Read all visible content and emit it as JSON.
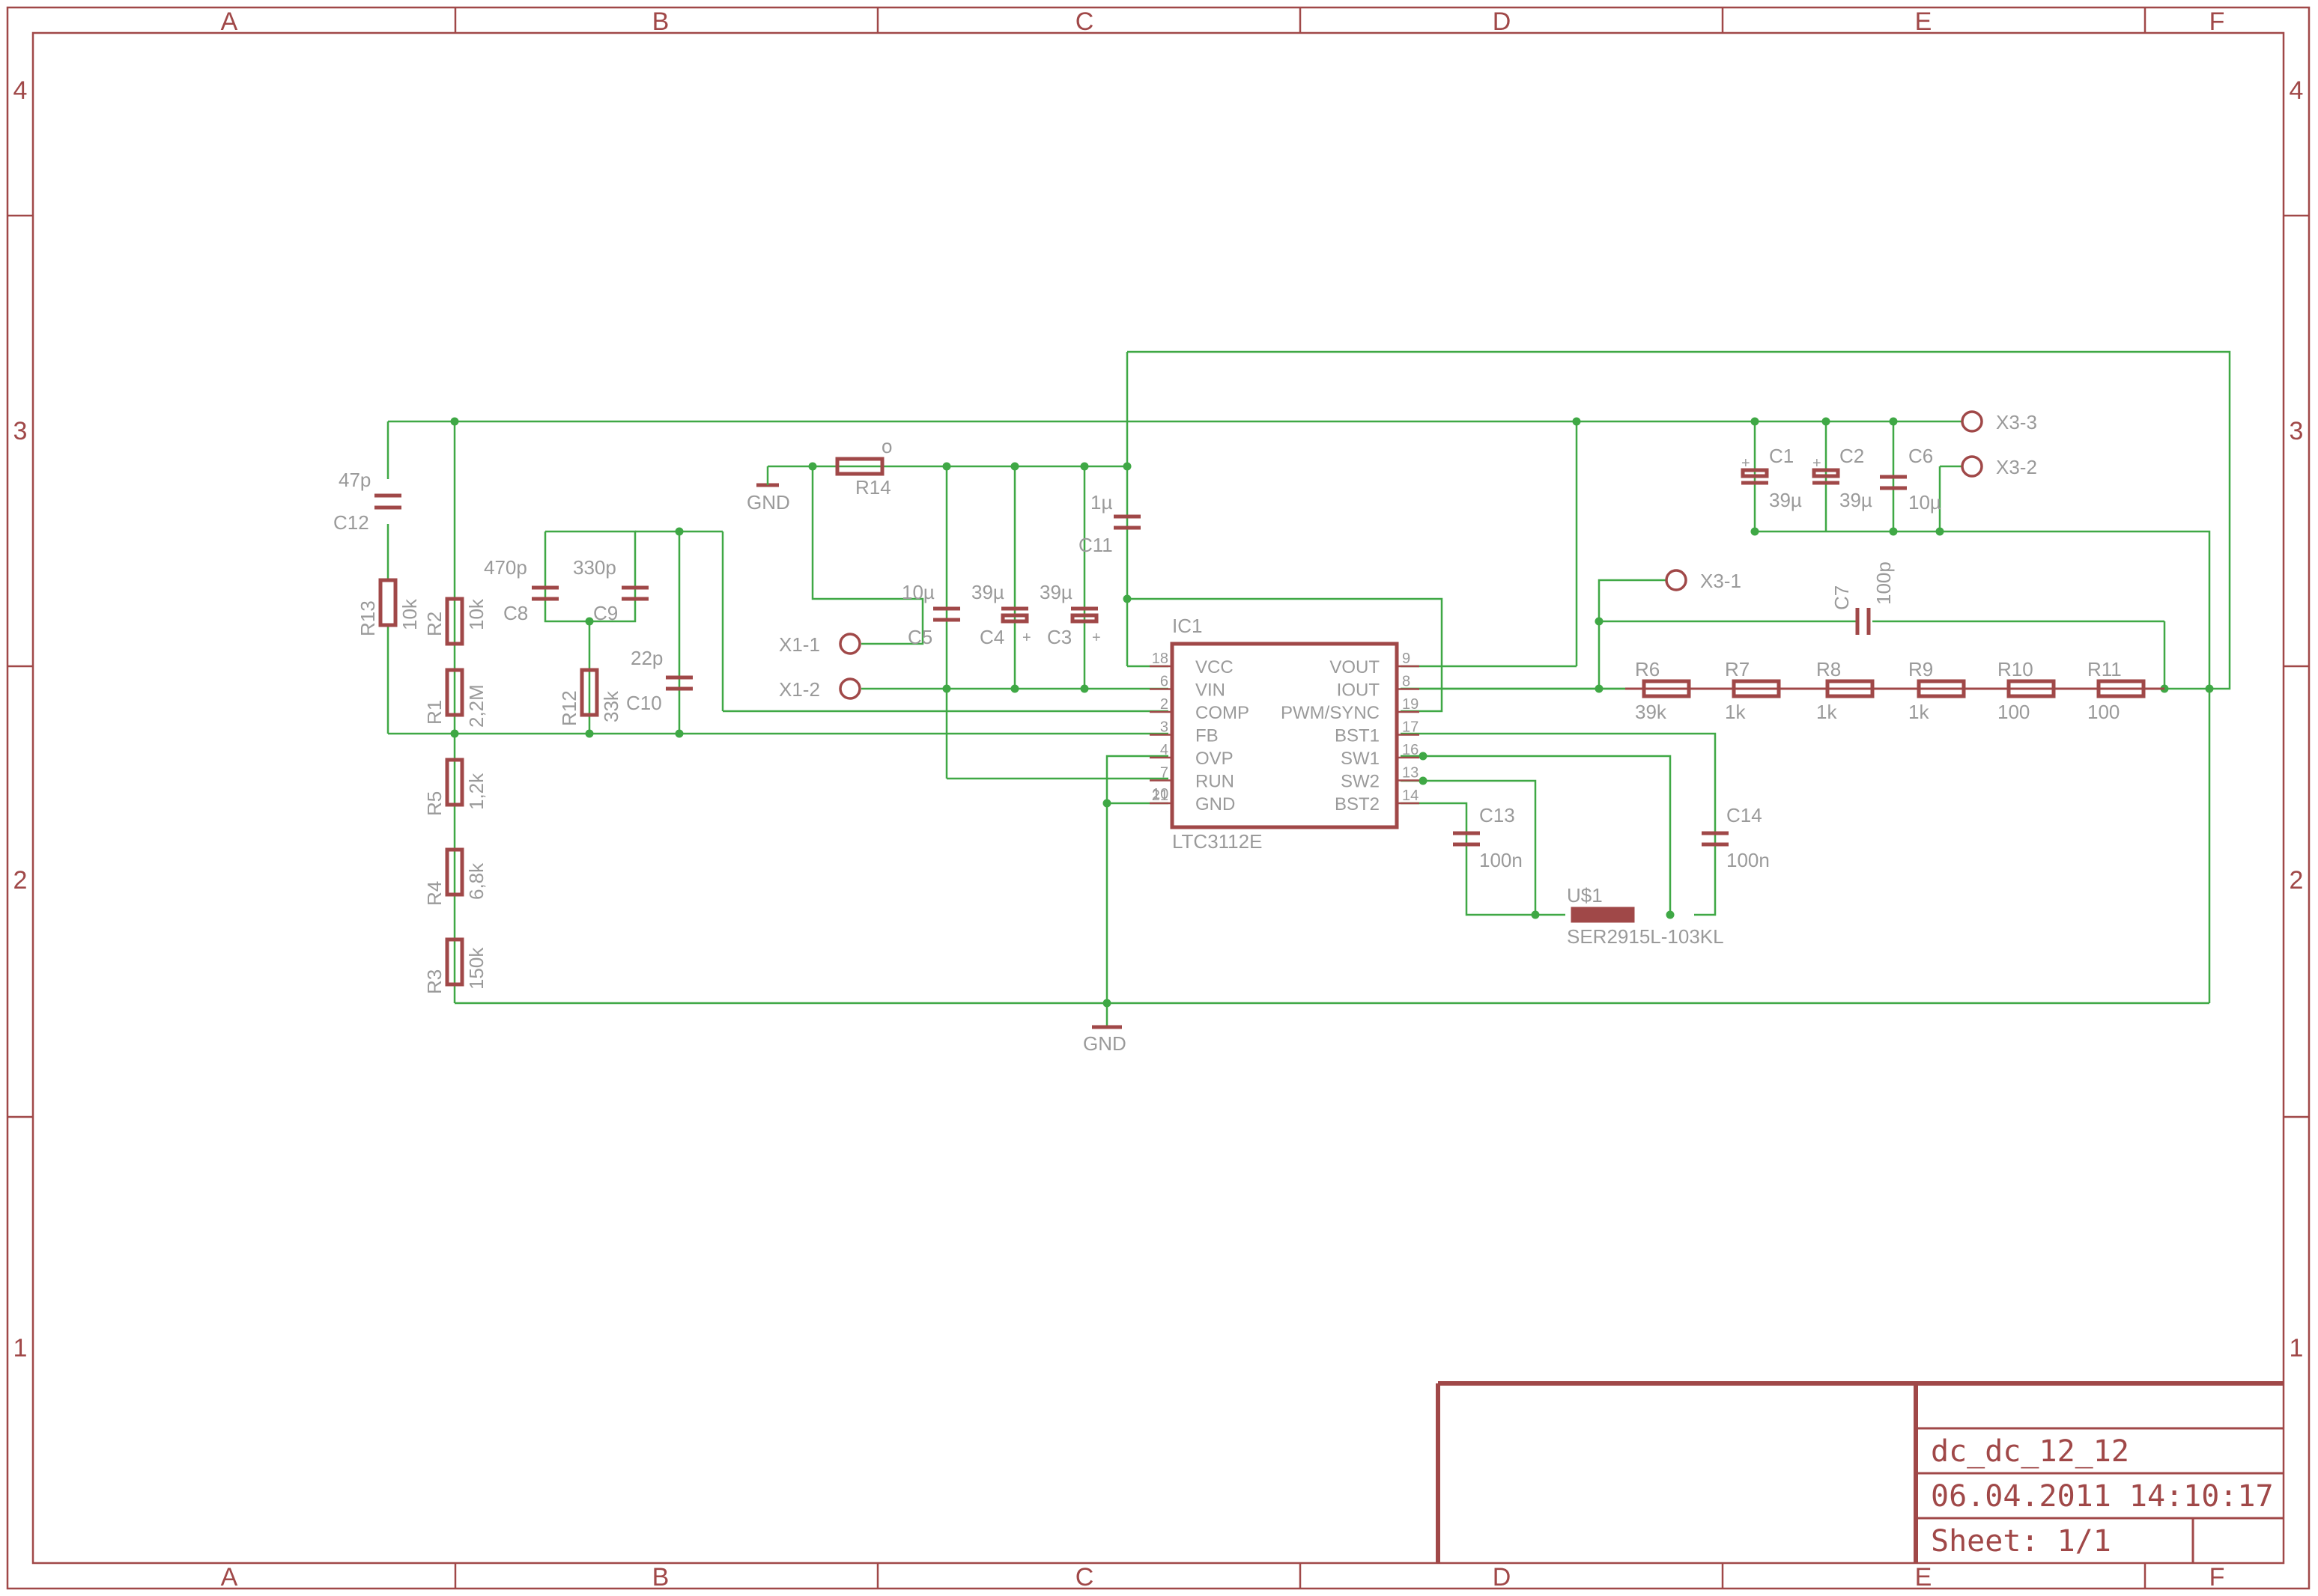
{
  "frame": {
    "columns": [
      "A",
      "B",
      "C",
      "D",
      "E",
      "F"
    ],
    "rows": [
      "4",
      "3",
      "2",
      "1"
    ]
  },
  "title_block": {
    "name": "dc_dc_12_12",
    "date": "06.04.2011 14:10:17",
    "sheet": "Sheet: 1/1"
  },
  "ic": {
    "ref": "IC1",
    "value": "LTC3112E",
    "left_pins": [
      {
        "num": "18",
        "name": "VCC"
      },
      {
        "num": "6",
        "name": "VIN"
      },
      {
        "num": "2",
        "name": "COMP"
      },
      {
        "num": "3",
        "name": "FB"
      },
      {
        "num": "4",
        "name": "OVP"
      },
      {
        "num": "7",
        "name": "RUN"
      },
      {
        "num": "21",
        "name": "GND"
      }
    ],
    "right_pins": [
      {
        "num": "9",
        "name": "VOUT"
      },
      {
        "num": "8",
        "name": "IOUT"
      },
      {
        "num": "19",
        "name": "PWM/SYNC"
      },
      {
        "num": "17",
        "name": "BST1"
      },
      {
        "num": "16",
        "name": "SW1"
      },
      {
        "num": "13",
        "name": "SW2"
      },
      {
        "num": "14",
        "name": "BST2"
      }
    ],
    "gnd_extra_pin": "10"
  },
  "parts": {
    "R13": {
      "ref": "R13",
      "value": "10k"
    },
    "R2": {
      "ref": "R2",
      "value": "10k"
    },
    "R1": {
      "ref": "R1",
      "value": "2,2M"
    },
    "R5": {
      "ref": "R5",
      "value": "1,2k"
    },
    "R4": {
      "ref": "R4",
      "value": "6,8k"
    },
    "R3": {
      "ref": "R3",
      "value": "150k"
    },
    "R12": {
      "ref": "R12",
      "value": "33k"
    },
    "R14": {
      "ref": "R14",
      "value": "o"
    },
    "R6": {
      "ref": "R6",
      "value": "39k"
    },
    "R7": {
      "ref": "R7",
      "value": "1k"
    },
    "R8": {
      "ref": "R8",
      "value": "1k"
    },
    "R9": {
      "ref": "R9",
      "value": "1k"
    },
    "R10": {
      "ref": "R10",
      "value": "100"
    },
    "R11": {
      "ref": "R11",
      "value": "100"
    },
    "C12": {
      "ref": "C12",
      "value": "47p"
    },
    "C8": {
      "ref": "C8",
      "value": "470p"
    },
    "C9": {
      "ref": "C9",
      "value": "330p"
    },
    "C10": {
      "ref": "C10",
      "value": "22p"
    },
    "C5": {
      "ref": "C5",
      "value": "10µ"
    },
    "C4": {
      "ref": "C4",
      "value": "39µ"
    },
    "C3": {
      "ref": "C3",
      "value": "39µ"
    },
    "C11": {
      "ref": "C11",
      "value": "1µ"
    },
    "C1": {
      "ref": "C1",
      "value": "39µ"
    },
    "C2": {
      "ref": "C2",
      "value": "39µ"
    },
    "C6": {
      "ref": "C6",
      "value": "10µ"
    },
    "C7": {
      "ref": "C7",
      "value": "100p"
    },
    "C13": {
      "ref": "C13",
      "value": "100n"
    },
    "C14": {
      "ref": "C14",
      "value": "100n"
    },
    "U1": {
      "ref": "U$1",
      "value": "SER2915L-103KL"
    }
  },
  "connectors": {
    "X1_1": "X1-1",
    "X1_2": "X1-2",
    "X3_1": "X3-1",
    "X3_2": "X3-2",
    "X3_3": "X3-3"
  },
  "gnd": {
    "top": "GND",
    "bottom": "GND"
  }
}
